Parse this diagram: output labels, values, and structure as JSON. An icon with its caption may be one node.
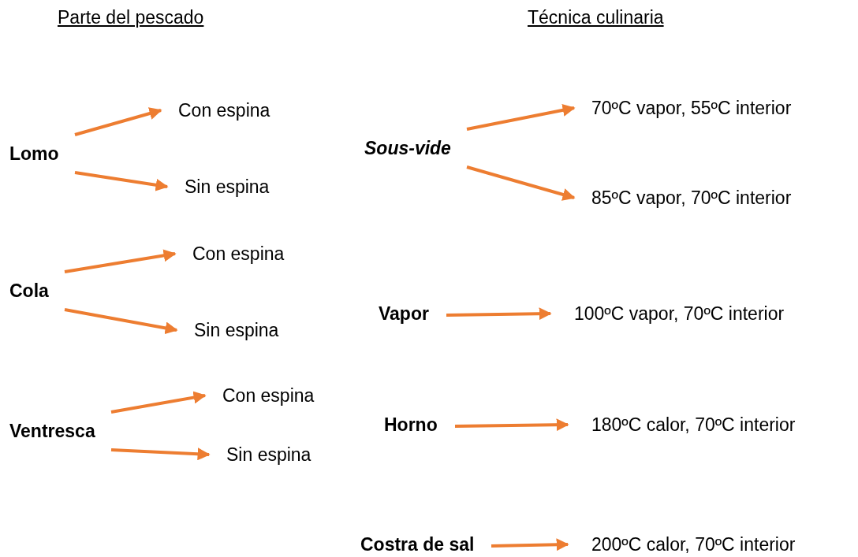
{
  "diagram": {
    "nodes": [
      {
        "text": [
          "Lomo"
        ]
      },
      {
        "text": [
          "Con espina"
        ]
      },
      {
        "text": [
          "Sin espina"
        ]
      },
      {
        "text": [
          "Cola"
        ]
      },
      {
        "text": [
          "Con espina"
        ]
      },
      {
        "text": [
          "Sin espina"
        ]
      },
      {
        "text": [
          "Ventresca"
        ]
      },
      {
        "text": [
          "Con espina"
        ]
      },
      {
        "text": [
          "Sin espina"
        ]
      },
      {
        "text": [
          "Sous-vide"
        ]
      },
      {
        "text": [
          "70ºC vapor, 55ºC interior"
        ]
      },
      {
        "text": [
          "85ºC vapor, 70ºC interior"
        ]
      },
      {
        "text": [
          "Vapor"
        ]
      },
      {
        "text": [
          "100ºC vapor, 70ºC interior"
        ]
      },
      {
        "text": [
          "Horno"
        ]
      },
      {
        "text": [
          "180ºC calor, 70ºC interior"
        ]
      },
      {
        "text": [
          "Costra de sal"
        ]
      },
      {
        "text": [
          "200ºC calor, 70ºC interior"
        ]
      }
    ],
    "edges": [
      {
        "from": 0,
        "to": 1,
        "arrow": "to"
      },
      {
        "from": 0,
        "to": 2,
        "arrow": "to"
      },
      {
        "from": 3,
        "to": 4,
        "arrow": "to"
      },
      {
        "from": 3,
        "to": 5,
        "arrow": "to"
      },
      {
        "from": 6,
        "to": 7,
        "arrow": "to"
      },
      {
        "from": 6,
        "to": 8,
        "arrow": "to"
      },
      {
        "from": 9,
        "to": 10,
        "arrow": "to"
      },
      {
        "from": 9,
        "to": 11,
        "arrow": "to"
      },
      {
        "from": 12,
        "to": 13,
        "arrow": "to"
      },
      {
        "from": 14,
        "to": 15,
        "arrow": "to"
      },
      {
        "from": 16,
        "to": 17,
        "arrow": "to"
      }
    ],
    "labels": [
      "Parte del pescado",
      "Técnica culinaria"
    ]
  }
}
